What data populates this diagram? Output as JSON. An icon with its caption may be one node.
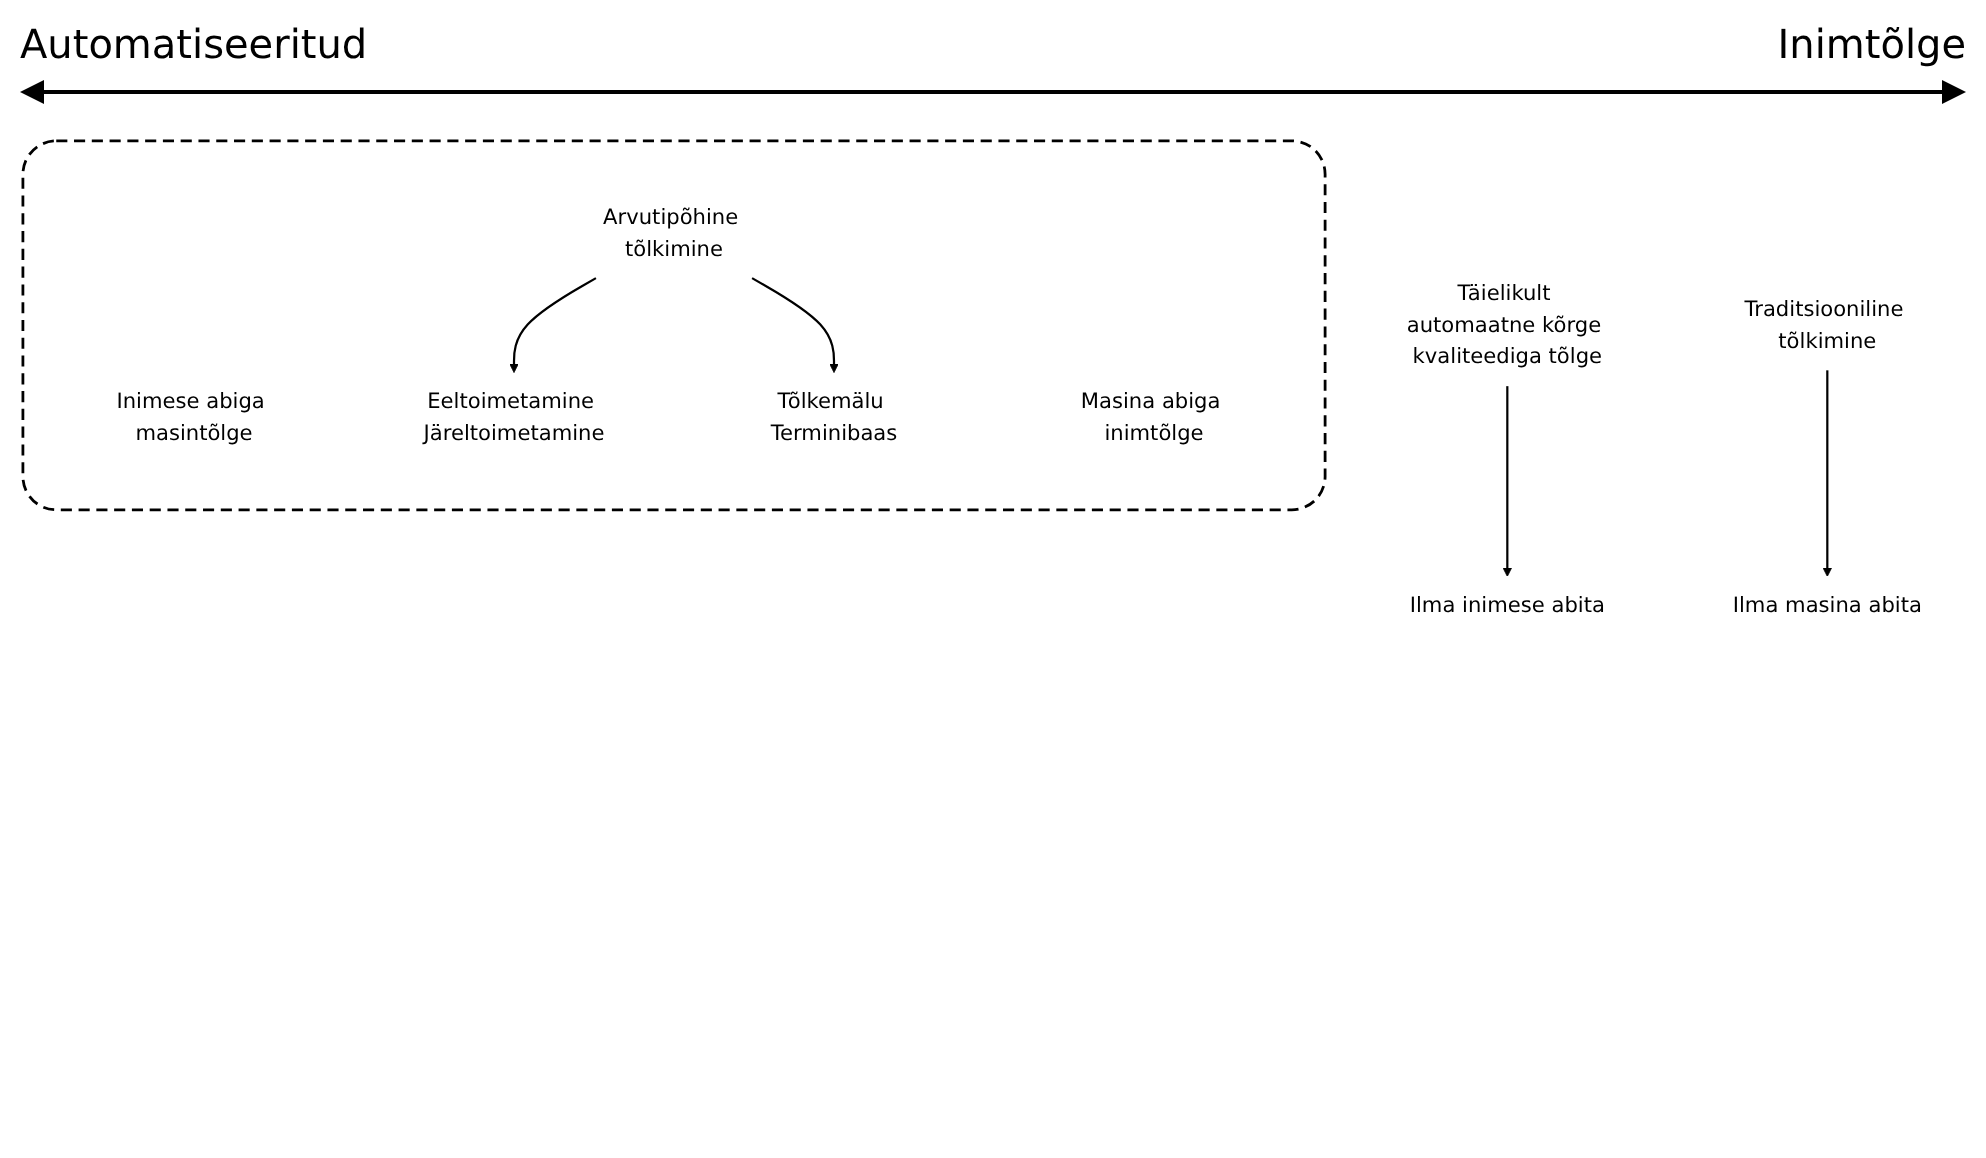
{
  "diagram": {
    "nodes": [
      {
        "text": [],
        "shape": "box"
      },
      {
        "text": [
          "Täielikult automaatne kõrge kvaliteediga tõlge"
        ]
      },
      {
        "text": [
          "Inimese abiga masintõlge"
        ],
        "in": 0
      },
      {
        "text": [
          "Masina abiga inimtõlge"
        ],
        "in": 0
      },
      {
        "text": [
          "Traditsiooniline tõlkimine"
        ]
      },
      {
        "text": [
          "Arvutipõhine tõlkimine"
        ],
        "in": 0
      },
      {
        "text": [
          "Ilma inimese abita"
        ]
      },
      {
        "text": [
          "Eeltoimetamine Järeltoimetamine"
        ],
        "in": 0
      },
      {
        "text": [
          "Tõlkemälu Terminibaas"
        ],
        "in": 0
      },
      {
        "text": [
          "Ilma masina abita"
        ]
      }
    ],
    "edges": [
      {
        "from": 1,
        "to": 6,
        "arrow": "to"
      },
      {
        "from": 5,
        "to": 7,
        "arrow": "to"
      },
      {
        "from": 5,
        "to": 8,
        "arrow": "to"
      },
      {
        "from": 4,
        "to": 9,
        "arrow": "to"
      }
    ],
    "labels": [
      "Automatiseeritud",
      "Inimtõlge"
    ]
  }
}
